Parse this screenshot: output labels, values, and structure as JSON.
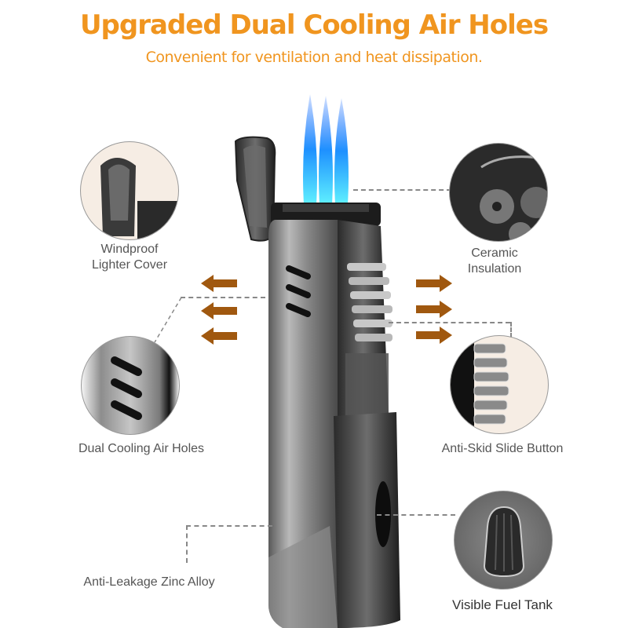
{
  "header": {
    "title": "Upgraded Dual Cooling Air Holes",
    "subtitle": "Convenient for ventilation and heat dissipation."
  },
  "features": [
    {
      "id": "windproof",
      "label_line1": "Windproof",
      "label_line2": "Lighter Cover"
    },
    {
      "id": "ceramic",
      "label_line1": "Ceramic",
      "label_line2": "Insulation"
    },
    {
      "id": "air-holes",
      "label": "Dual Cooling Air Holes"
    },
    {
      "id": "anti-skid",
      "label": "Anti-Skid Slide Button"
    },
    {
      "id": "zinc-alloy",
      "label": "Anti-Leakage Zinc Alloy"
    },
    {
      "id": "fuel-tank",
      "label": "Visible Fuel Tank"
    }
  ],
  "colors": {
    "accent": "#f0951f",
    "arrow": "#a0580f",
    "flame": "#1e90ff",
    "label_text": "#555555"
  },
  "arrows": {
    "left_count": 3,
    "right_count": 3
  }
}
